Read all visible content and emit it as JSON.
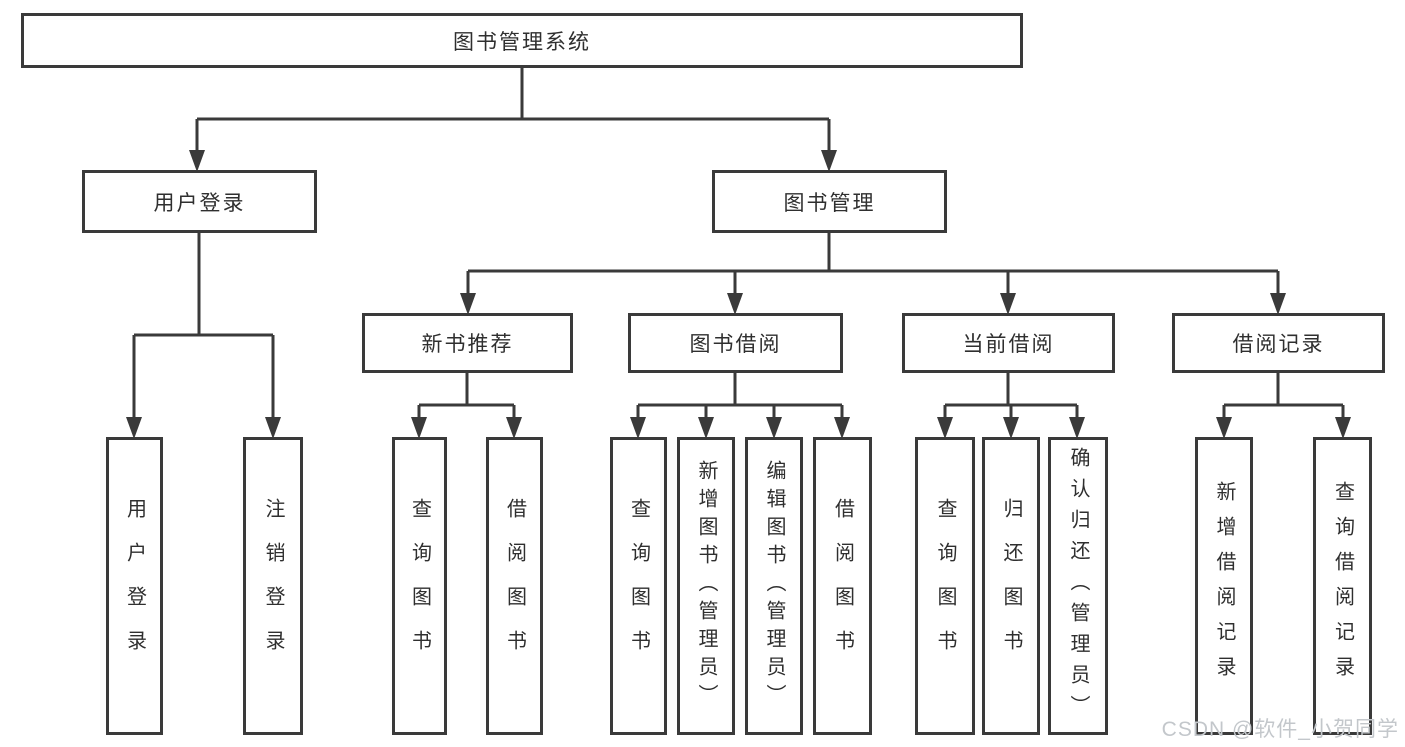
{
  "diagram": {
    "root_label": "图书管理系统",
    "user_branch": {
      "label": "用户登录",
      "children": [
        "用户登录",
        "注销登录"
      ]
    },
    "mgmt_branch": {
      "label": "图书管理",
      "sections": [
        {
          "label": "新书推荐",
          "children": [
            "查询图书",
            "借阅图书"
          ]
        },
        {
          "label": "图书借阅",
          "children": [
            "查询图书",
            "新增图书（管理员）",
            "编辑图书（管理员）",
            "借阅图书"
          ]
        },
        {
          "label": "当前借阅",
          "children": [
            "查询图书",
            "归还图书",
            "确认归还（管理员）"
          ]
        },
        {
          "label": "借阅记录",
          "children": [
            "新增借阅记录",
            "查询借阅记录"
          ]
        }
      ]
    }
  },
  "watermark": {
    "text": "CSDN @软件_小贺同学",
    "color": "#c3c7cb"
  },
  "colors": {
    "line": "#3a3a3a",
    "text": "#2f2f2f",
    "background": "#ffffff"
  }
}
